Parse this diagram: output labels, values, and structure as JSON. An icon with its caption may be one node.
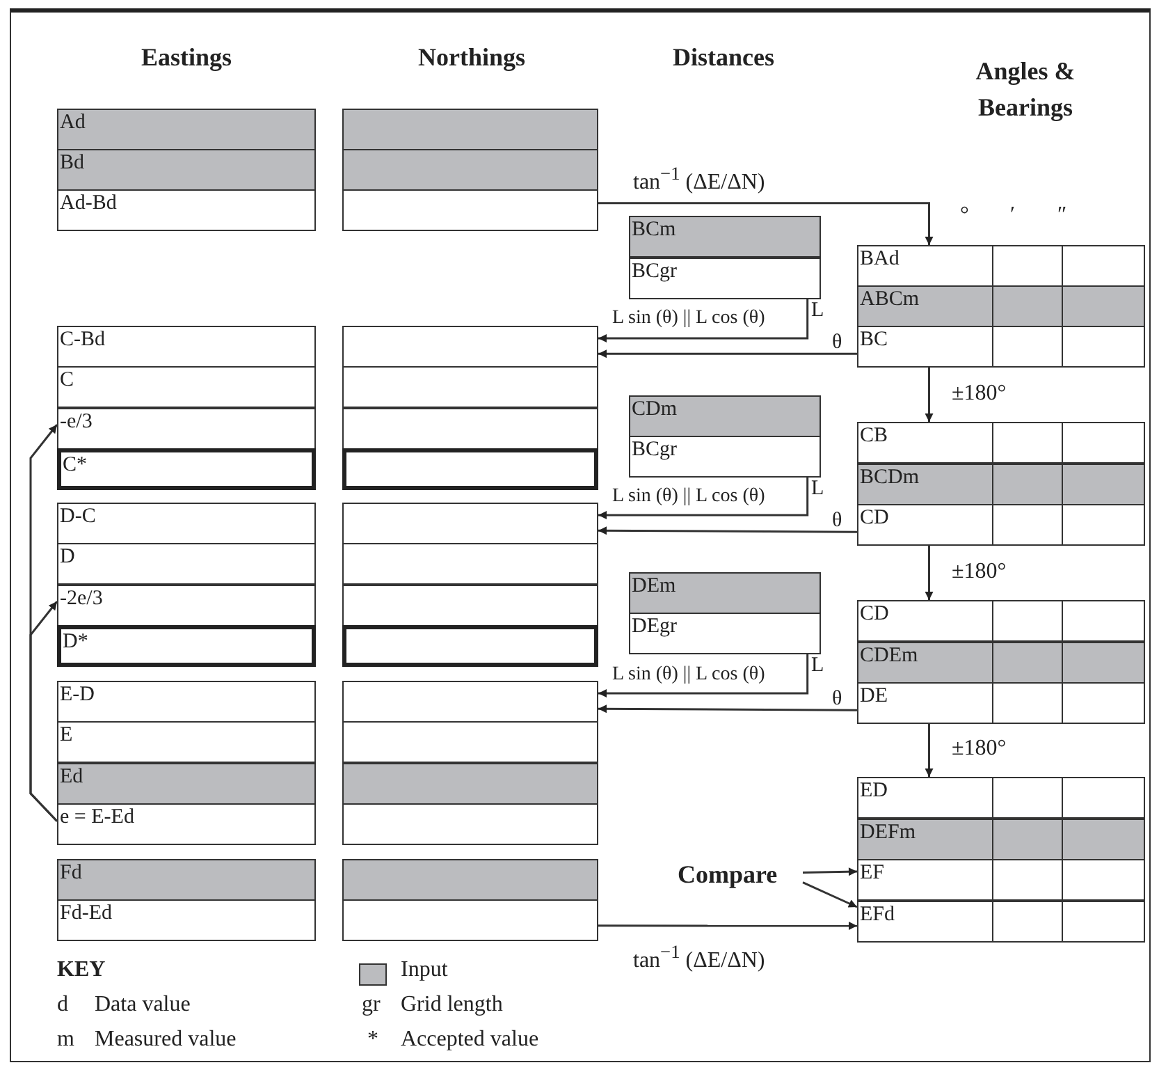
{
  "diagram": {
    "nodes": [
      {
        "text": [
          "Ad"
        ]
      },
      {
        "text": [
          "Bd"
        ]
      },
      {
        "text": [
          "Ad-Bd"
        ]
      },
      {
        "text": [
          "C-Bd"
        ]
      },
      {
        "text": [
          "C"
        ]
      },
      {
        "text": [
          "-e/3"
        ]
      },
      {
        "text": [
          "C*"
        ]
      },
      {
        "text": [
          "D-C"
        ]
      },
      {
        "text": [
          "D"
        ]
      },
      {
        "text": [
          "-2e/3"
        ]
      },
      {
        "text": [
          "D*"
        ]
      },
      {
        "text": [
          "E-D"
        ]
      },
      {
        "text": [
          "E"
        ]
      },
      {
        "text": [
          "Ed"
        ]
      },
      {
        "text": [
          "e = E-Ed"
        ]
      },
      {
        "text": [
          "Fd"
        ]
      },
      {
        "text": [
          "Fd-Ed"
        ]
      },
      {
        "text": [],
        "shape": "box"
      },
      {
        "text": [],
        "shape": "box"
      },
      {
        "text": [],
        "shape": "box"
      },
      {
        "text": [],
        "shape": "box"
      },
      {
        "text": [],
        "shape": "box"
      },
      {
        "text": [],
        "shape": "box"
      },
      {
        "text": [],
        "shape": "box"
      },
      {
        "text": [],
        "shape": "box"
      },
      {
        "text": [],
        "shape": "box"
      },
      {
        "text": [],
        "shape": "box"
      },
      {
        "text": [],
        "shape": "box"
      },
      {
        "text": [],
        "shape": "box"
      },
      {
        "text": [],
        "shape": "box"
      },
      {
        "text": [],
        "shape": "box"
      },
      {
        "text": [],
        "shape": "box"
      },
      {
        "text": [],
        "shape": "box"
      },
      {
        "text": [],
        "shape": "box"
      },
      {
        "text": [
          "BCm"
        ]
      },
      {
        "text": [
          "BCgr"
        ],
        "beside": [
          "L"
        ]
      },
      {
        "text": [
          "CDm"
        ]
      },
      {
        "text": [
          "BCgr"
        ],
        "beside": [
          "L"
        ]
      },
      {
        "text": [
          "DEm"
        ]
      },
      {
        "text": [
          "DEgr"
        ],
        "beside": [
          "L"
        ]
      },
      {
        "text": [
          "BAd"
        ]
      },
      {
        "text": [
          "ABCm"
        ]
      },
      {
        "text": [
          "BC"
        ],
        "beside": [
          "θ"
        ]
      },
      {
        "text": [
          "CB"
        ]
      },
      {
        "text": [
          "BCDm"
        ]
      },
      {
        "text": [
          "CD"
        ],
        "beside": [
          "θ"
        ]
      },
      {
        "text": [
          "CD"
        ]
      },
      {
        "text": [
          "CDEm"
        ]
      },
      {
        "text": [
          "DE"
        ],
        "beside": [
          "θ"
        ]
      },
      {
        "text": [
          "ED"
        ]
      },
      {
        "text": [
          "DEFm"
        ]
      },
      {
        "text": [
          "EF"
        ]
      },
      {
        "text": [
          "EFd"
        ]
      },
      {
        "text": [
          "Compare"
        ]
      }
    ],
    "edges": [
      {
        "from": 19,
        "to": 40,
        "arrow": "to",
        "label": "tan$^{−1}$ (ΔE/ΔN)"
      },
      {
        "from": 35,
        "to": 20,
        "arrow": "to",
        "label": "L sin (θ) || L cos (θ)"
      },
      {
        "from": 42,
        "to": 20,
        "arrow": "to"
      },
      {
        "from": 42,
        "to": 43,
        "arrow": "to",
        "label": "±180°"
      },
      {
        "from": 37,
        "to": 24,
        "arrow": "to",
        "label": "L sin (θ) || L cos (θ)"
      },
      {
        "from": 45,
        "to": 24,
        "arrow": "to"
      },
      {
        "from": 45,
        "to": 46,
        "arrow": "to",
        "label": "±180°"
      },
      {
        "from": 39,
        "to": 28,
        "arrow": "to",
        "label": "L sin (θ) || L cos (θ)"
      },
      {
        "from": 48,
        "to": 28,
        "arrow": "to"
      },
      {
        "from": 48,
        "to": 49,
        "arrow": "to",
        "label": "±180°"
      },
      {
        "from": 53,
        "to": 51,
        "arrow": "to"
      },
      {
        "from": 53,
        "to": 52,
        "arrow": "to"
      },
      {
        "from": 33,
        "to": 52,
        "arrow": "to",
        "label": "tan$^{−1}$ (ΔE/ΔN)"
      },
      {
        "from": 14,
        "to": 5,
        "arrow": "to"
      },
      {
        "from": 14,
        "to": 9,
        "arrow": "to"
      }
    ],
    "labels": [
      "Eastings",
      "Northings",
      "Distances",
      "Angles & Bearings",
      "°",
      "′",
      "″",
      "KEY",
      "d",
      "Data value",
      "gr",
      "Grid length",
      "m",
      "Measured value",
      "*",
      "Accepted value"
    ],
    "legend": [
      {
        "text": "Input",
        "color": "#bbbcbf"
      }
    ]
  }
}
